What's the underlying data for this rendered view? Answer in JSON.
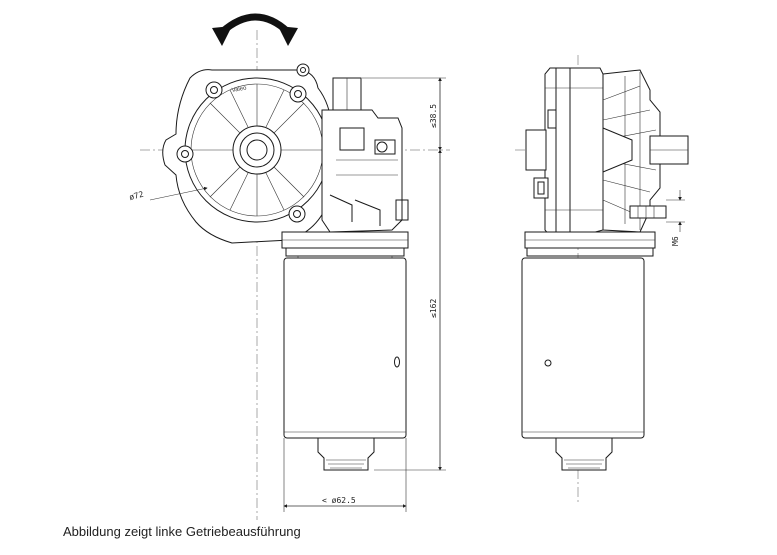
{
  "caption": "Abbildung zeigt linke Getriebeausführung",
  "dimensions": {
    "gear_diameter": "ø72",
    "shaft_height": "≤38.5",
    "total_length": "≤162",
    "motor_diameter": "< ø62.5",
    "thread": "M6"
  },
  "logo_text": "Valeo",
  "icons": {
    "rotation": "double-arrow-rotation-icon"
  }
}
